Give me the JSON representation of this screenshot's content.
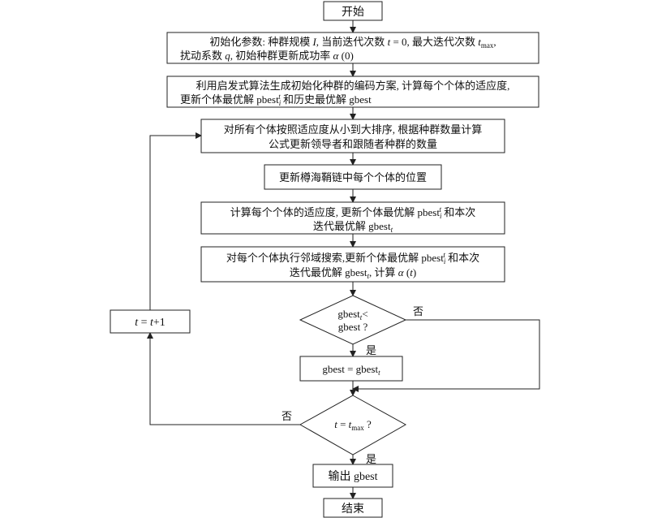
{
  "nodes": {
    "start": "开始",
    "init": {
      "line1": {
        "a": "初始化参数: 种群规模 ",
        "b": "I",
        "c": ", 当前迭代次数 ",
        "d": "t",
        "e": " = 0, 最大迭代次数 ",
        "f": "t",
        "g": "max",
        "h": ","
      },
      "line2": {
        "a": "扰动系数 ",
        "b": "q",
        "c": ", 初始种群更新成功率 ",
        "d": "α",
        "e": " (0)"
      }
    },
    "heuristic": {
      "line1": "利用启发式算法生成初始化种群的编码方案, 计算每个个体的适应度,",
      "line2": {
        "a": "更新个体最优解 pbest",
        "b": "i",
        "c": "t",
        "d": " 和历史最优解 gbest"
      }
    },
    "sort": {
      "line1": "对所有个体按照适应度从小到大排序, 根据种群数量计算",
      "line2": "公式更新领导者和跟随者种群的数量"
    },
    "update_pos": "更新樽海鞘链中每个个体的位置",
    "fitness": {
      "line1": {
        "a": "计算每个个体的适应度, 更新个体最优解 pbest",
        "b": "i",
        "c": "t",
        "d": " 和本次"
      },
      "line2": {
        "a": "迭代最优解 gbest",
        "b": "t"
      }
    },
    "neighborhood": {
      "line1": {
        "a": "对每个个体执行邻域搜索,更新个体最优解  pbest",
        "b": "i",
        "c": "t",
        "d": " 和本次"
      },
      "line2": {
        "a": "迭代最优解 gbest",
        "b": "t",
        "c": ", 计算 ",
        "d": "α",
        "e": " (",
        "f": "t",
        "g": ")"
      }
    },
    "decision1": {
      "line1": {
        "a": "gbest",
        "b": "t",
        "c": "<"
      },
      "line2": "gbest ?"
    },
    "assign": {
      "a": "gbest = gbest",
      "b": "t"
    },
    "decision2": {
      "a": "t",
      "b": " = ",
      "c": "t",
      "d": "max",
      "e": " ?"
    },
    "output": "输出 gbest",
    "end": "结束",
    "increment": {
      "a": "t",
      "b": " = ",
      "c": "t",
      "d": "+1"
    }
  },
  "labels": {
    "yes": "是",
    "no": "否"
  }
}
